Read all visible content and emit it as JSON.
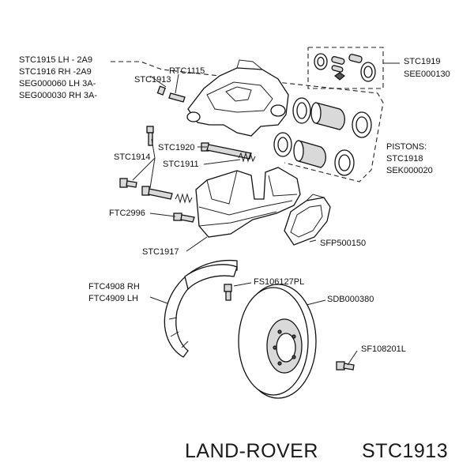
{
  "labels": {
    "group_caliper_1": "STC1915 LH - 2A9",
    "group_caliper_2": "STC1916 RH -2A9",
    "group_caliper_3": "SEG000060 LH 3A-",
    "group_caliper_4": "SEG000030 RH 3A-",
    "rtc1115": "RTC1115",
    "stc1913": "STC1913",
    "stc1919": "STC1919",
    "see000130": "SEE000130",
    "stc1914": "STC1914",
    "stc1920": "STC1920",
    "stc1911": "STC1911",
    "pistons": "PISTONS:",
    "stc1918": "STC1918",
    "sek000020": "SEK000020",
    "ftc2996": "FTC2996",
    "sfp500150": "SFP500150",
    "stc1917": "STC1917",
    "ftc4908": "FTC4908 RH",
    "ftc4909": "FTC4909 LH",
    "fs106127pl": "FS106127PL",
    "sdb000380": "SDB000380",
    "sf108201l": "SF108201L"
  },
  "footer": {
    "brand": "LAND-ROVER",
    "part_number": "STC1913"
  }
}
